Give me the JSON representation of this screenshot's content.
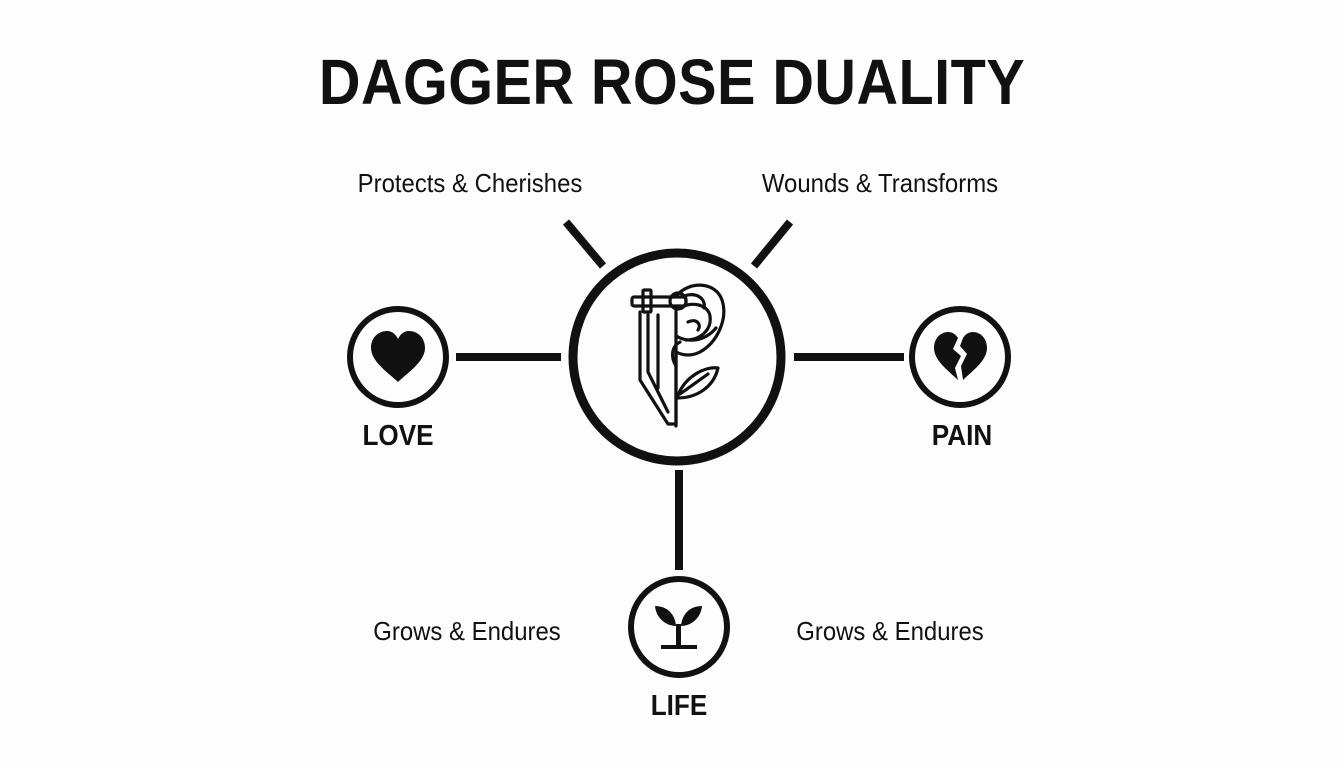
{
  "title": "DAGGER ROSE DUALITY",
  "captions": {
    "top_left": "Protects & Cherishes",
    "top_right": "Wounds & Transforms",
    "bottom_left": "Grows & Endures",
    "bottom_right": "Grows & Endures"
  },
  "nodes": {
    "center": {
      "icon": "dagger-rose-icon"
    },
    "love": {
      "label": "LOVE",
      "icon": "heart-icon"
    },
    "pain": {
      "label": "PAIN",
      "icon": "broken-heart-icon"
    },
    "life": {
      "label": "LIFE",
      "icon": "sprout-icon"
    }
  },
  "colors": {
    "ink": "#111111",
    "background": "#fdfdfd"
  }
}
